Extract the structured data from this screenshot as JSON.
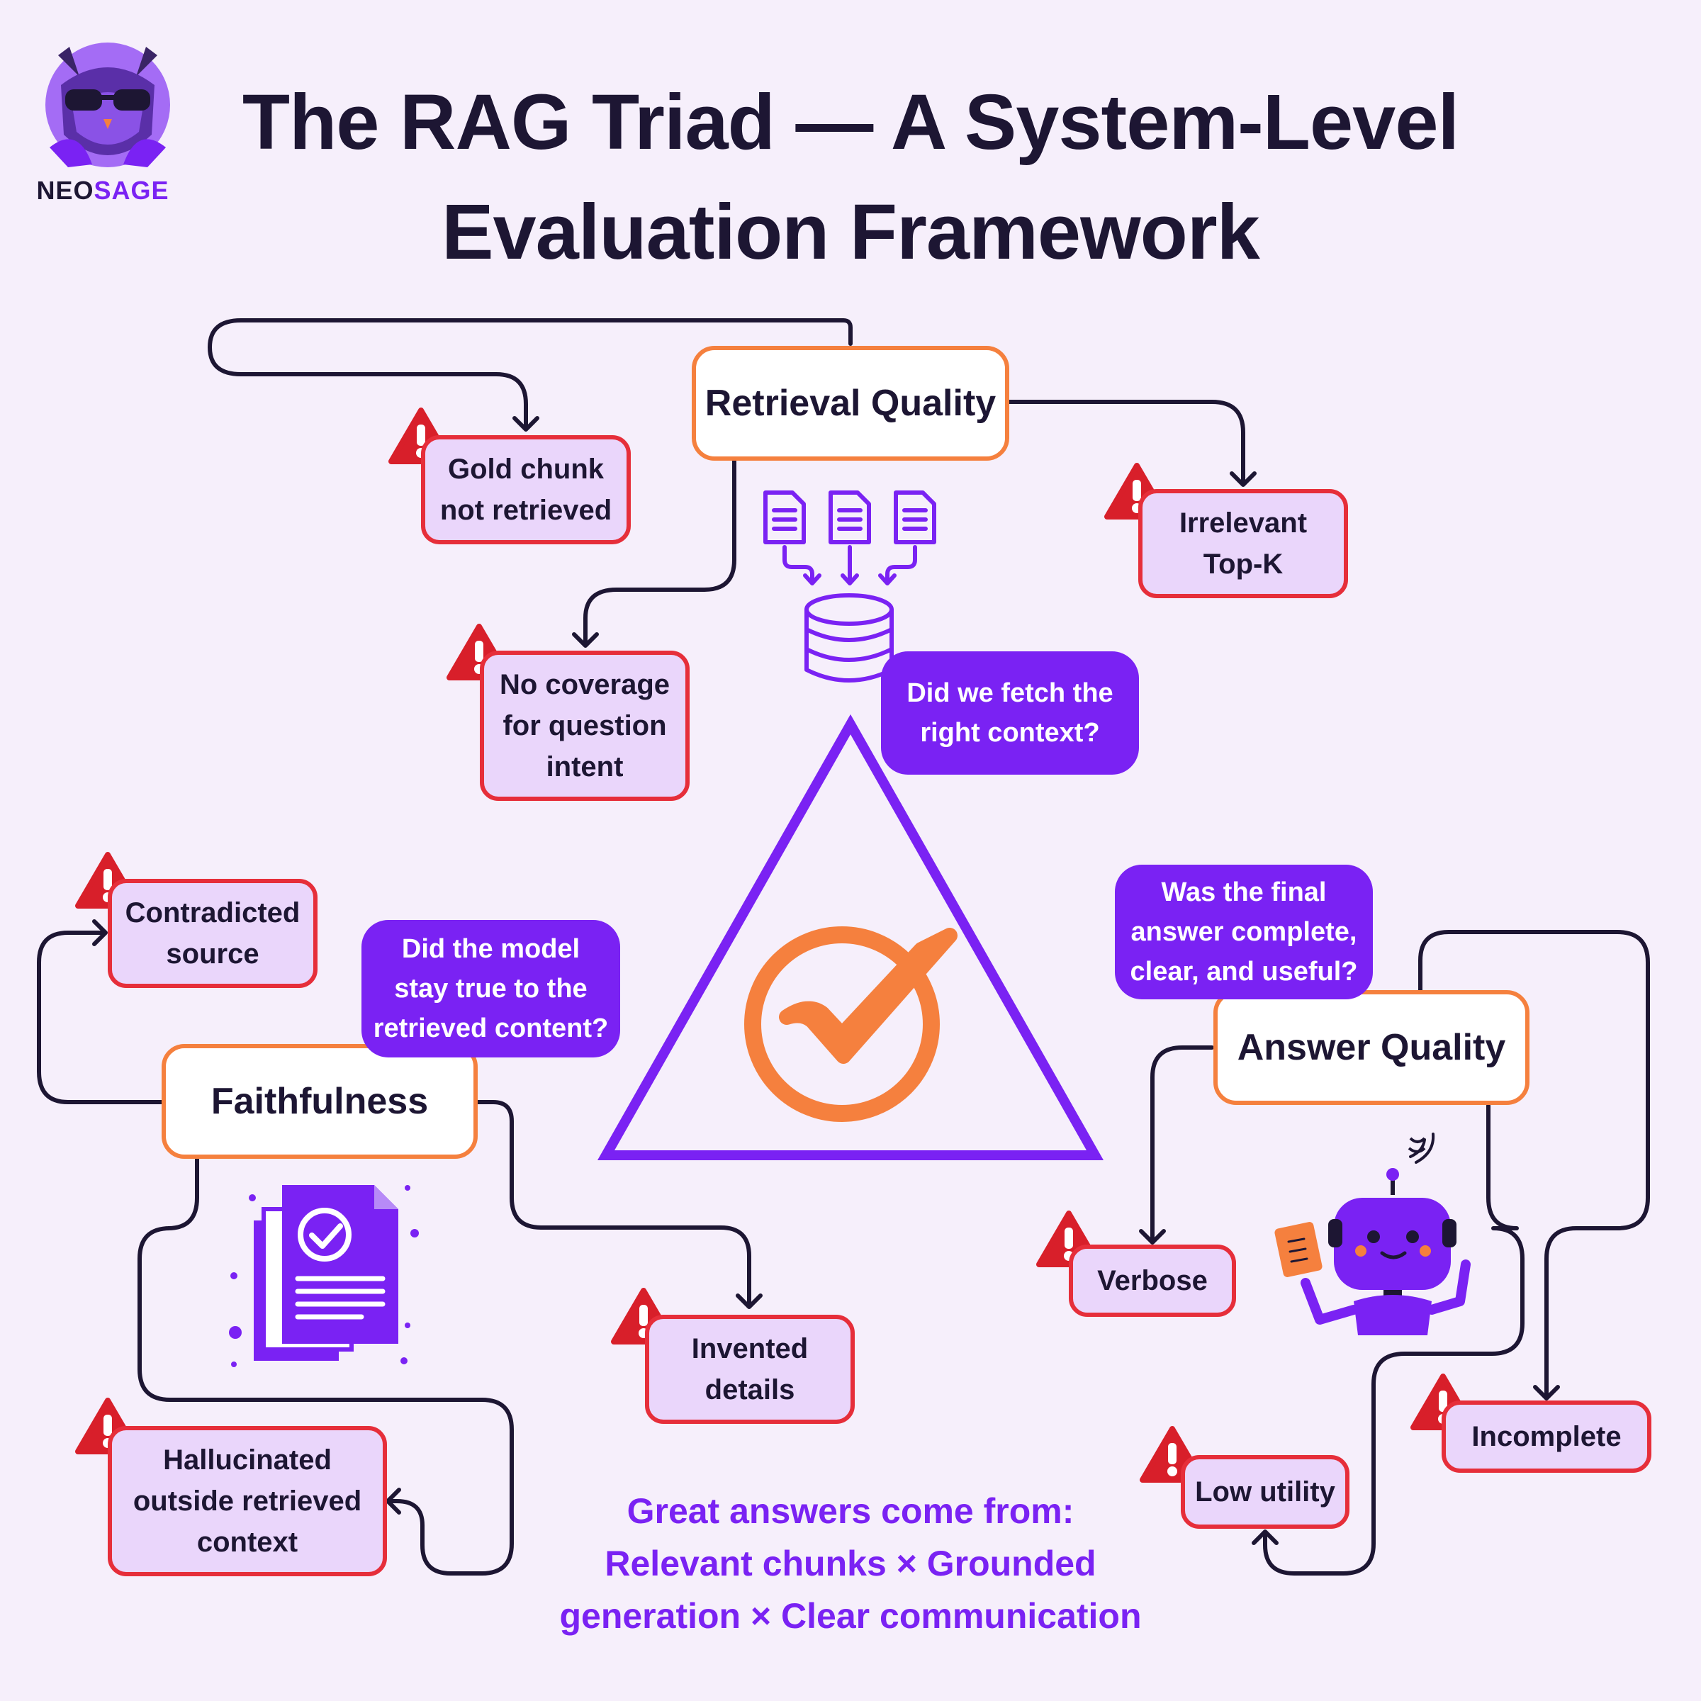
{
  "brand": {
    "name_part1": "NEO",
    "name_part2": "SAGE",
    "mascot_icon": "owl-sunglasses-icon"
  },
  "title": {
    "line1": "The RAG Triad — A System-Level",
    "line2": "Evaluation Framework"
  },
  "colors": {
    "accent": "#7a22f3",
    "orange": "#f5803e",
    "danger": "#e62e3a",
    "text": "#1d1633",
    "background": "#f6effb",
    "box_fill": "#ead6fb"
  },
  "pillars": {
    "retrieval": {
      "label": "Retrieval Quality",
      "question": "Did we fetch the right context?",
      "failures": [
        "Gold chunk not retrieved",
        "No coverage for question intent",
        "Irrelevant Top-K"
      ],
      "icon": "documents-to-database-icon"
    },
    "faithfulness": {
      "label": "Faithfulness",
      "question": "Did the model stay true to the retrieved content?",
      "failures": [
        "Contradicted source",
        "Hallucinated outside retrieved context",
        "Invented details"
      ],
      "icon": "verified-document-icon"
    },
    "answer": {
      "label": "Answer Quality",
      "question": "Was the final answer complete, clear, and useful?",
      "failures": [
        "Verbose",
        "Low utility",
        "Incomplete"
      ],
      "icon": "robot-icon"
    }
  },
  "center": {
    "icon": "checkmark-triangle-icon"
  },
  "footer": {
    "line1": "Great answers come from:",
    "line2": "Relevant chunks × Grounded",
    "line3": "generation × Clear communication"
  }
}
